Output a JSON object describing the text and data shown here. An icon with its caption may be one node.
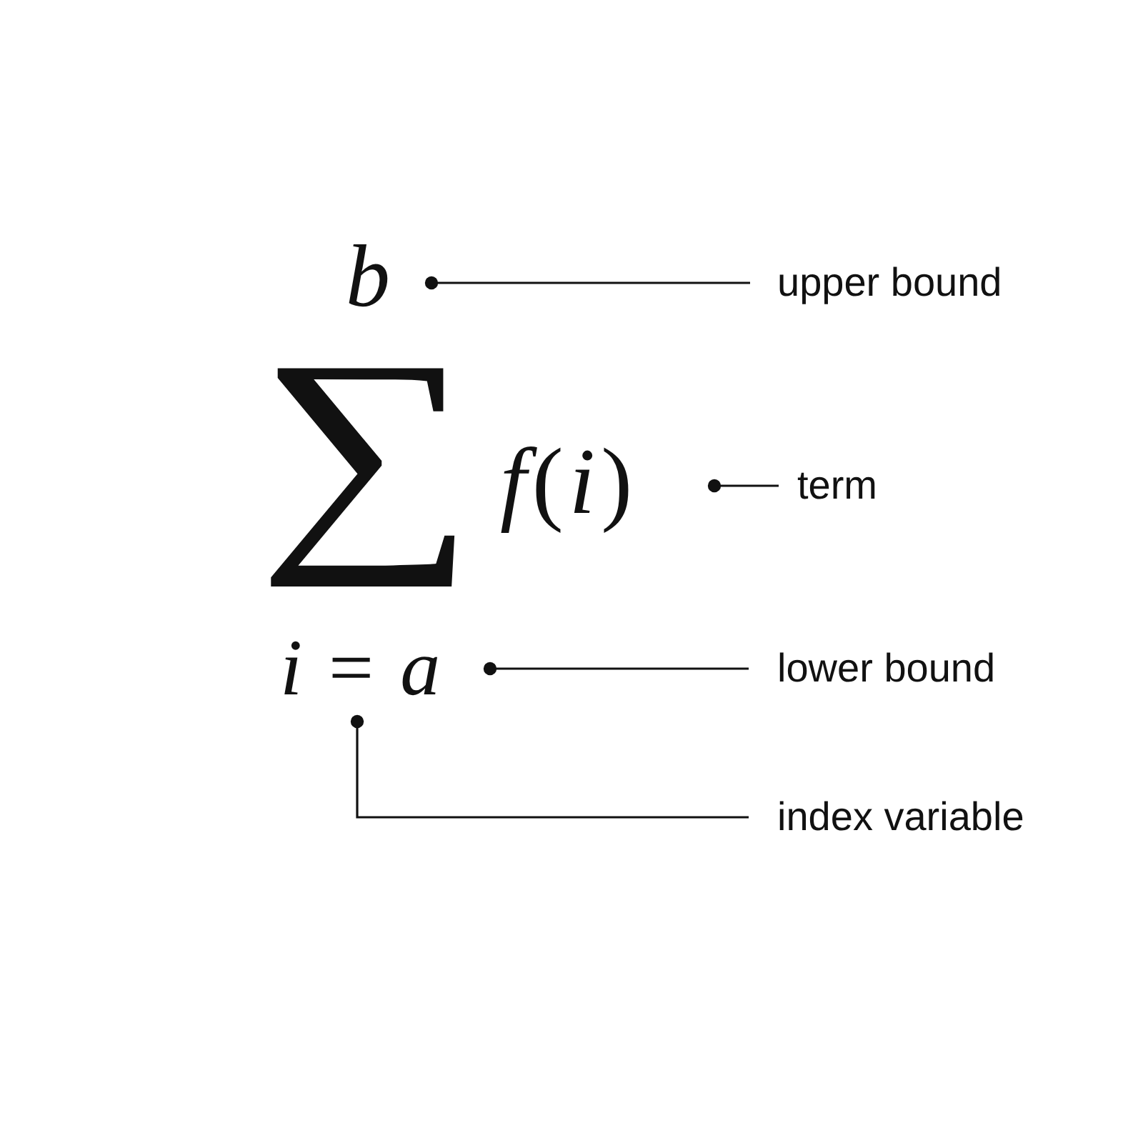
{
  "diagram": {
    "nodes": [
      {
        "text": [
          "b"
        ]
      },
      {
        "text": [
          "upper bound"
        ]
      },
      {
        "text": [
          "*f*(*i*)"
        ]
      },
      {
        "text": [
          "term"
        ]
      },
      {
        "text": [
          "*i* = *a*"
        ]
      },
      {
        "text": [
          "lower bound"
        ]
      },
      {
        "text": [
          "index variable"
        ]
      }
    ],
    "edges": [
      {
        "from": 1,
        "to": 0,
        "arrow": "other"
      },
      {
        "from": 3,
        "to": 2,
        "arrow": "other"
      },
      {
        "from": 5,
        "to": 4,
        "arrow": "other"
      },
      {
        "from": 6,
        "to": 4,
        "arrow": "other"
      }
    ],
    "labels": [
      "∑"
    ]
  }
}
